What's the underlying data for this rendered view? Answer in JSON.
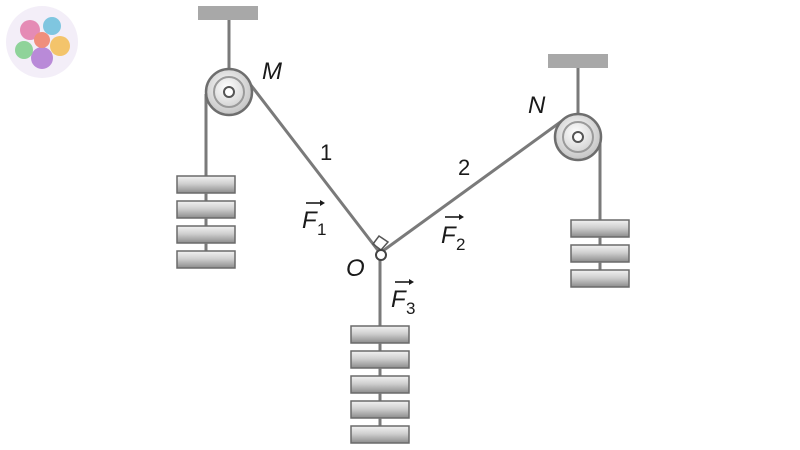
{
  "labels": {
    "pulley_left": "M",
    "pulley_right": "N",
    "knot": "O",
    "rope_1": "1",
    "rope_2": "2",
    "force_1_letter": "F",
    "force_1_sub": "1",
    "force_2_letter": "F",
    "force_2_sub": "2",
    "force_3_letter": "F",
    "force_3_sub": "3"
  },
  "weights": {
    "left_count": 4,
    "right_count": 3,
    "bottom_count": 5
  },
  "colors": {
    "rope": "#7a7a7a",
    "weight_light": "#e6e6e6",
    "weight_dark": "#8e8e8e",
    "ceiling": "#a8a8a8"
  }
}
